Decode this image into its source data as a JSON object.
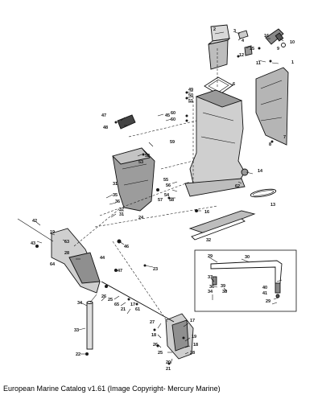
{
  "caption": "European Marine Catalog v1.61 (Image Copyright- Mercury Marine)",
  "callouts": {
    "c1": "1",
    "c2": "2",
    "c3": "3",
    "c4": "4",
    "c5": "5",
    "c6": "6",
    "c7": "7",
    "c8": "8",
    "c9": "9",
    "c10": "10",
    "c11": "11",
    "c12": "12",
    "c13": "13",
    "c14": "14",
    "c15": "15",
    "c16": "16",
    "c17": "17",
    "c18": "18",
    "c19": "19",
    "c20": "20",
    "c21": "21",
    "c22": "22",
    "c23": "23",
    "c24": "24",
    "c25": "25",
    "c26": "26",
    "c27": "27",
    "c28": "28",
    "c29": "29",
    "c30": "30",
    "c31": "31",
    "c32": "32",
    "c33": "33",
    "c34": "34",
    "c35": "35",
    "c36": "36",
    "c37": "37",
    "c38": "38",
    "c39": "39",
    "c40": "40",
    "c41": "41",
    "c42": "42",
    "c43": "43",
    "c44": "44",
    "c45": "45",
    "c46": "46",
    "c47": "47",
    "c48": "48",
    "c49": "49",
    "c50": "50",
    "c51": "51",
    "c52": "52",
    "c53": "53",
    "c54": "54",
    "c55": "55",
    "c56": "56",
    "c57": "57",
    "c58": "58",
    "c59": "59",
    "c60": "60",
    "c61": "61",
    "c62": "62",
    "c63": "63",
    "c64": "64",
    "c65": "65"
  }
}
